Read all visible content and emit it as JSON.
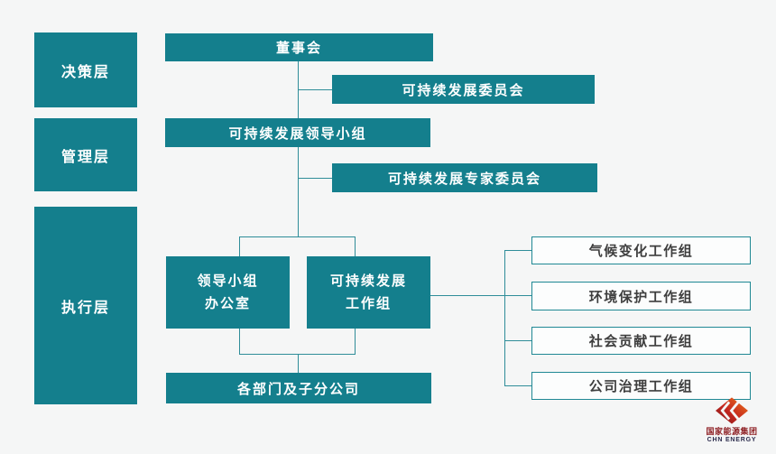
{
  "colors": {
    "accent_teal": "#147f8d",
    "connector_line": "#2f8d99",
    "background": "#f5f6f6",
    "white_box_border": "#1f8894",
    "white_box_text": "#3e3e3e",
    "brand_red": "#c4261f",
    "brand_text_red": "#8e1f23",
    "brand_text_navy": "#2c2c4d"
  },
  "layers": [
    {
      "label": "决策层"
    },
    {
      "label": "管理层"
    },
    {
      "label": "执行层"
    }
  ],
  "nodes": {
    "board": {
      "label": "董事会"
    },
    "committee": {
      "label": "可持续发展委员会"
    },
    "leading_group": {
      "label": "可持续发展领导小组"
    },
    "expert_committee": {
      "label": "可持续发展专家委员会"
    },
    "office": {
      "label": "领导小组\n办公室"
    },
    "working_group": {
      "label": "可持续发展\n工作组"
    },
    "departments": {
      "label": "各部门及子分公司"
    }
  },
  "working_groups": [
    {
      "label": "气候变化工作组"
    },
    {
      "label": "环境保护工作组"
    },
    {
      "label": "社会贡献工作组"
    },
    {
      "label": "公司治理工作组"
    }
  ],
  "logo": {
    "company_cn": "国家能源集团",
    "company_en": "CHN ENERGY"
  }
}
